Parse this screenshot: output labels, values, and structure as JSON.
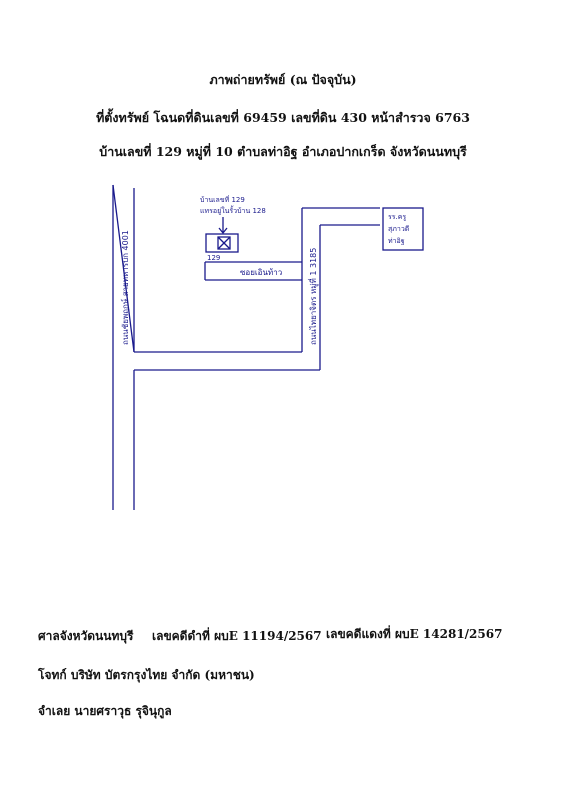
{
  "header": {
    "title": "ภาพถ่ายทรัพย์ (ณ ปัจจุบัน)",
    "location": "ที่ตั้งทรัพย์ โฉนดที่ดินเลขที่ 69459 เลขที่ดิน 430 หน้าสำรวจ 6763",
    "address": "บ้านเลขที่ 129 หมู่ที่ 10 ตำบลท่าอิฐ อำเภอปากเกร็ด จังหวัดนนทบุรี"
  },
  "map": {
    "house_label": "บ้านเลขที่ 129",
    "house_note": "แทรอยู่ในรั้วบ้าน 128",
    "house_number": "129",
    "soi_label": "ซอยเอินท้าว",
    "left_road": "ถนนชัยพฤกษ์ สายทหารบก 4001",
    "right_road": "ถนนไทยาจิตร หมู่ที่ 1 3185",
    "school": [
      "รร.ครู",
      "สุภาวดี",
      "ท่าอิฐ"
    ],
    "stroke_color": "#1a1a8c"
  },
  "footer": {
    "court": "ศาลจังหวัดนนทบุรี",
    "black_case": "เลขคดีดำที่ ผบE 11194/2567",
    "red_case": "เลขคดีแดงที่ ผบE 14281/2567",
    "plaintiff": "โจทก์ บริษัท บัตรกรุงไทย จำกัด (มหาชน)",
    "defendant": "จำเลย นายศราวุธ รุจินุกูล"
  }
}
